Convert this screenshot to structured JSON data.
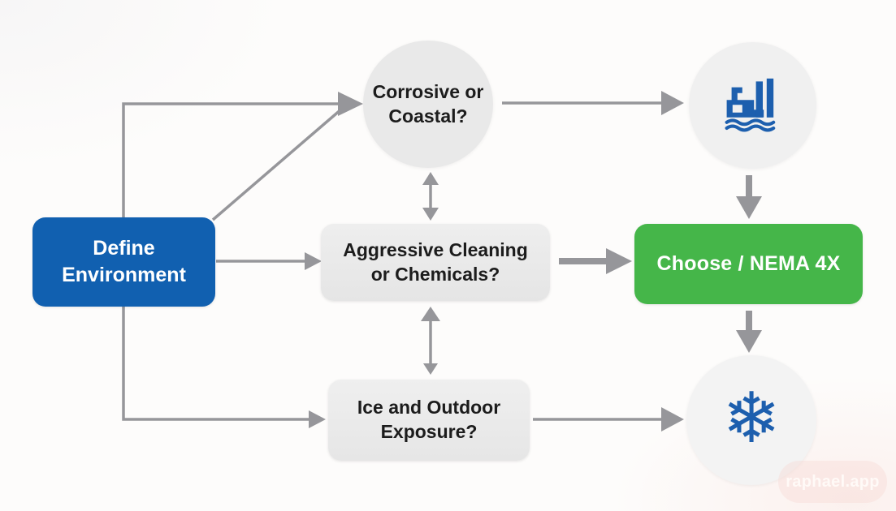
{
  "diagram": {
    "type": "flowchart",
    "nodes": {
      "define": {
        "label": "Define Environment",
        "shape": "rounded-rect",
        "color_key": "accent-blue"
      },
      "corrosive": {
        "label": "Corrosive or Coastal?",
        "shape": "circle",
        "color_key": "node-gray"
      },
      "aggressive": {
        "label": "Aggressive Cleaning or Chemicals?",
        "shape": "rounded-rect",
        "color_key": "node-gray"
      },
      "ice": {
        "label": "Ice and Outdoor Exposure?",
        "shape": "rounded-rect",
        "color_key": "node-gray"
      },
      "choose": {
        "label": "Choose / NEMA 4X",
        "shape": "rounded-rect",
        "color_key": "accent-green"
      },
      "factory": {
        "icon": "factory-icon",
        "shape": "circle"
      },
      "snowflake": {
        "icon": "snowflake-icon",
        "glyph": "❄",
        "shape": "circle"
      }
    },
    "edges": [
      {
        "from": "define",
        "to": "corrosive",
        "style": "elbow-up"
      },
      {
        "from": "define",
        "to": "corrosive",
        "style": "diagonal"
      },
      {
        "from": "define",
        "to": "aggressive",
        "style": "straight"
      },
      {
        "from": "define",
        "to": "ice",
        "style": "elbow-down"
      },
      {
        "from": "corrosive",
        "to": "aggressive",
        "bidirectional": true
      },
      {
        "from": "aggressive",
        "to": "ice",
        "bidirectional": true
      },
      {
        "from": "corrosive",
        "to": "factory",
        "style": "straight"
      },
      {
        "from": "aggressive",
        "to": "choose",
        "style": "thick"
      },
      {
        "from": "factory",
        "to": "choose",
        "style": "thick"
      },
      {
        "from": "choose",
        "to": "snowflake",
        "style": "thick"
      },
      {
        "from": "ice",
        "to": "snowflake",
        "style": "straight"
      }
    ]
  },
  "watermark": {
    "text": "raphael.app"
  },
  "colors": {
    "accent-blue": "#1160b0",
    "accent-green": "#45b649",
    "node-gray": "#e9e9e9",
    "arrow-gray": "#96969a",
    "icon-blue": "#1d5fae"
  }
}
